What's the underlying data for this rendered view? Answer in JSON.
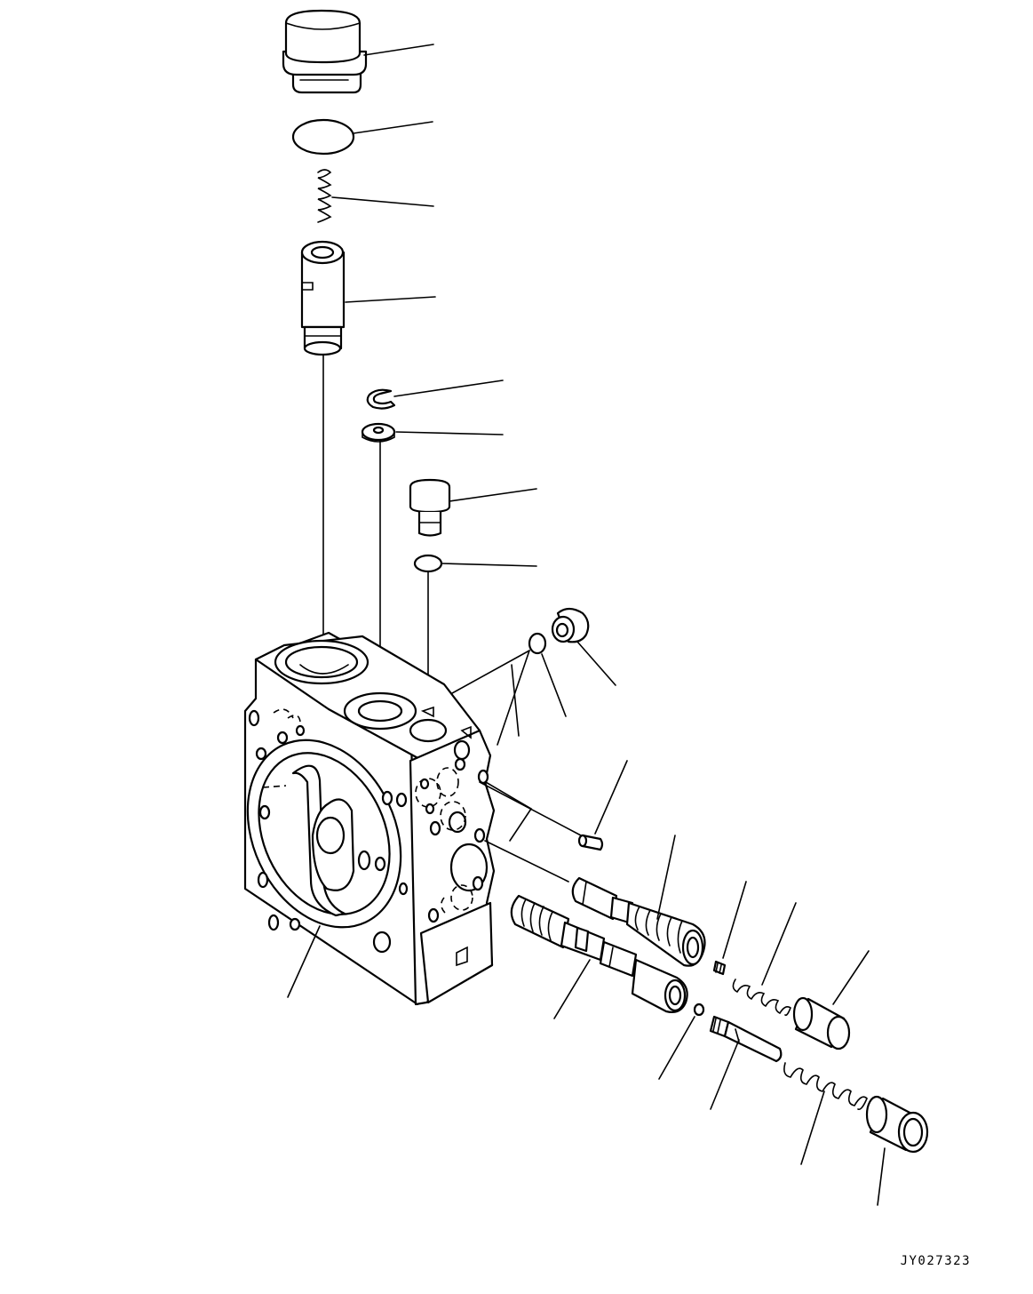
{
  "drawing": {
    "code": "JY027323",
    "parts": [
      "cap-plug",
      "o-ring",
      "compression-spring",
      "valve-sleeve",
      "snap-ring",
      "washer",
      "plug",
      "small-o-ring",
      "port-fitting",
      "fitting-o-ring",
      "valve-body",
      "dowel-pin",
      "main-spool",
      "secondary-spool",
      "set-screw",
      "return-spring",
      "spring-cap",
      "spool-o-ring",
      "poppet",
      "outer-spring",
      "end-cap"
    ]
  }
}
